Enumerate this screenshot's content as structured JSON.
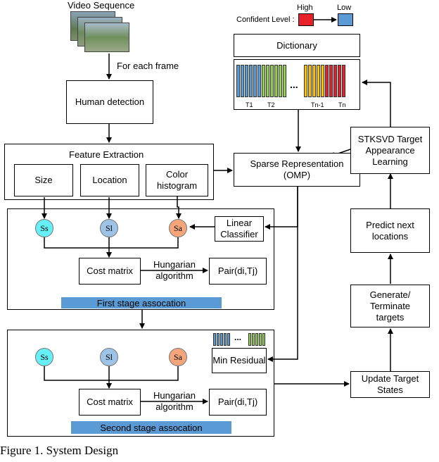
{
  "video": {
    "title": "Video Sequence",
    "per_frame": "For each frame"
  },
  "confidence": {
    "label": "Confident Level :",
    "high": "High",
    "low": "Low",
    "high_color": "#e8202a",
    "low_color": "#5b9bd5"
  },
  "dictionary": {
    "title": "Dictionary",
    "ellipsis": "...",
    "groups": [
      "T1",
      "T2",
      "Tn-1",
      "Tn"
    ],
    "group_colors": [
      "#5b9bd5",
      "#92d050",
      "#ffc000",
      "#e8202a"
    ]
  },
  "human_detection": "Human detection",
  "feature_extraction": {
    "title": "Feature Extraction",
    "size": "Size",
    "location": "Location",
    "color_histogram": "Color histogram"
  },
  "sparse_representation": "Sparse Representation (OMP)",
  "stktsvd": "STKSVD Target Appearance Learning",
  "linear_classifier": "Linear Classifier",
  "first_stage": {
    "s_s": "Ss",
    "s_l": "Sl",
    "s_a": "Sa",
    "cost_matrix": "Cost matrix",
    "hungarian": "Hungarian algorithm",
    "pair": "Pair(di,Tj)",
    "label": "First stage assocation"
  },
  "second_stage": {
    "s_s": "Ss",
    "s_l": "Sl",
    "s_a": "Sa",
    "cost_matrix": "Cost matrix",
    "hungarian": "Hungarian algorithm",
    "pair": "Pair(di,Tj)",
    "label": "Second stage assocation",
    "min_residual": "Min Residual"
  },
  "predict": "Predict next locations",
  "generate": "Generate/ Terminate targets",
  "update": "Update Target States",
  "caption": "Figure 1. System Design",
  "colors": {
    "circle_ss": "#66f0f5",
    "circle_sl": "#9dc3e6",
    "circle_sa": "#f4a57a",
    "stage_bar": "#5b9bd5"
  }
}
